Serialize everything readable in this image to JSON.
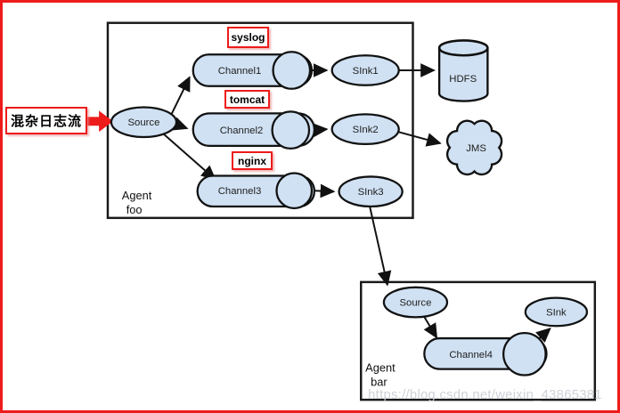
{
  "callout": {
    "label": "混杂日志流"
  },
  "agent_foo": {
    "label_line1": "Agent",
    "label_line2": "foo",
    "source": {
      "label": "Source"
    },
    "pipelines": [
      {
        "tag": "syslog",
        "channel": "Channel1",
        "sink": "SInk1"
      },
      {
        "tag": "tomcat",
        "channel": "Channel2",
        "sink": "SInk2"
      },
      {
        "tag": "nginx",
        "channel": "Channel3",
        "sink": "SInk3"
      }
    ]
  },
  "destinations": {
    "hdfs": "HDFS",
    "jms": "JMS"
  },
  "agent_bar": {
    "label_line1": "Agent",
    "label_line2": "bar",
    "source": {
      "label": "Source"
    },
    "channel": "Channel4",
    "sink": "SInk"
  },
  "watermark": "https://blog.csdn.net/weixin_43865381",
  "colors": {
    "node_fill": "#d0e1f3",
    "node_stroke": "#111111",
    "accent_red": "#ee1b1b",
    "watermark_gray": "#c9ced4"
  }
}
